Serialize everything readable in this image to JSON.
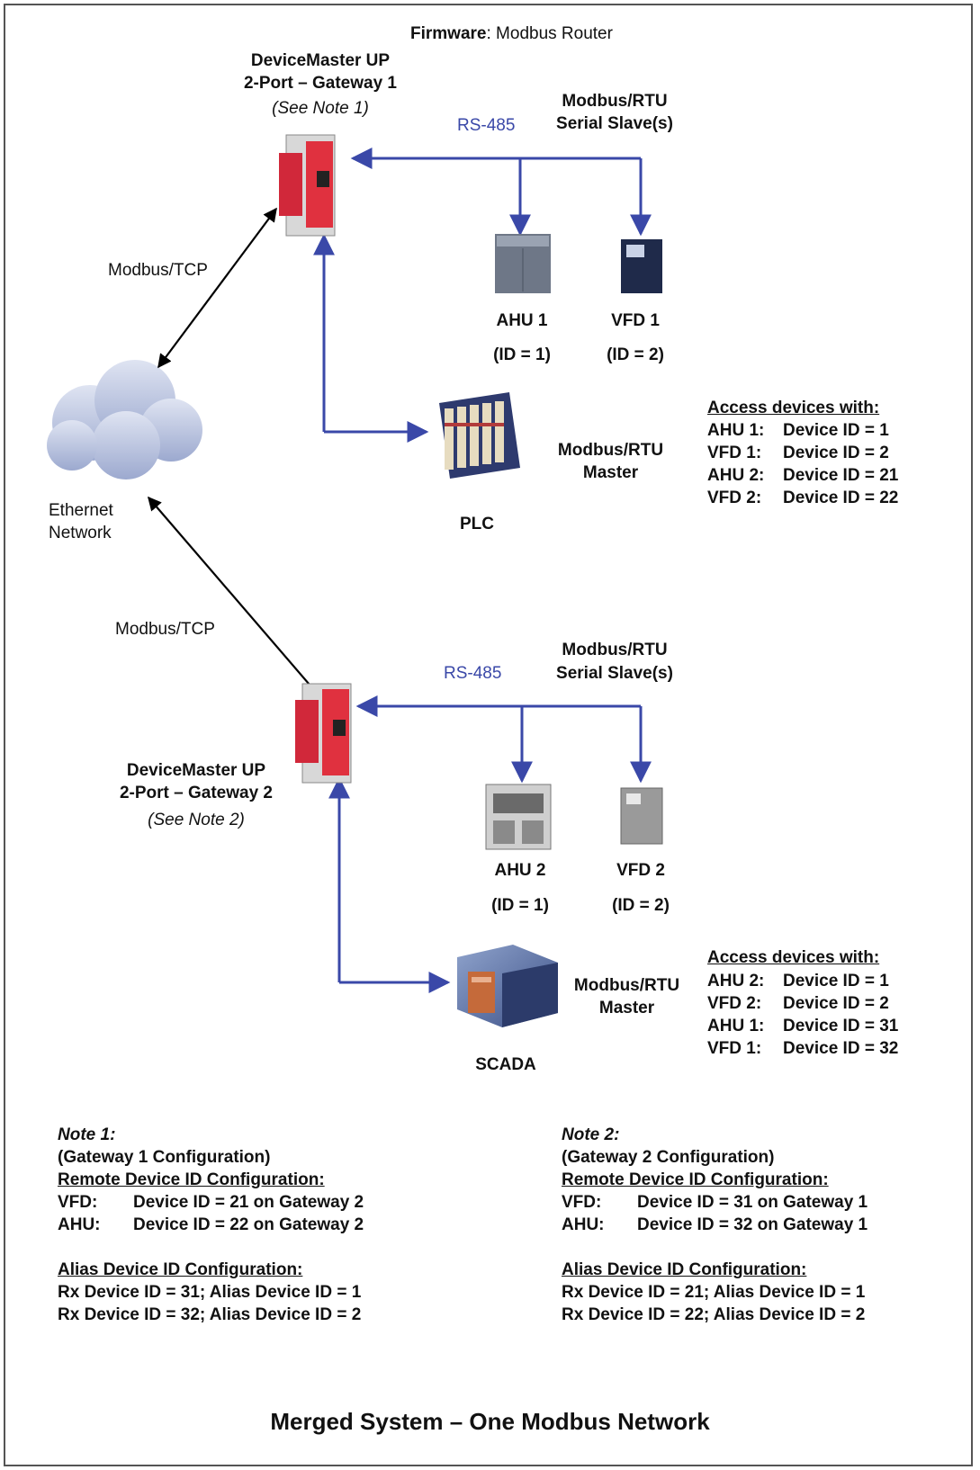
{
  "firmware": {
    "label": "Firmware",
    "value": "Modbus Router"
  },
  "gateway1": {
    "name": "DeviceMaster UP",
    "model": "2-Port – Gateway 1",
    "note_ref": "(See Note 1)"
  },
  "gateway2": {
    "name": "DeviceMaster UP",
    "model": "2-Port – Gateway 2",
    "note_ref": "(See Note 2)"
  },
  "rs485_top": "RS-485",
  "rs485_bottom": "RS-485",
  "slaves_top": {
    "line1": "Modbus/RTU",
    "line2": "Serial Slave(s)"
  },
  "slaves_bottom": {
    "line1": "Modbus/RTU",
    "line2": "Serial Slave(s)"
  },
  "modbus_tcp_top": "Modbus/TCP",
  "modbus_tcp_bottom": "Modbus/TCP",
  "network": {
    "line1": "Ethernet",
    "line2": "Network"
  },
  "devices_top": [
    {
      "name": "AHU 1",
      "id": "(ID = 1)"
    },
    {
      "name": "VFD 1",
      "id": "(ID = 2)"
    }
  ],
  "devices_bottom": [
    {
      "name": "AHU 2",
      "id": "(ID = 1)"
    },
    {
      "name": "VFD 2",
      "id": "(ID = 2)"
    }
  ],
  "plc": {
    "label": "PLC",
    "role1": "Modbus/RTU",
    "role2": "Master"
  },
  "scada": {
    "label": "SCADA",
    "role1": "Modbus/RTU",
    "role2": "Master"
  },
  "access_top": {
    "heading": "Access devices with:",
    "rows": [
      {
        "key": "AHU 1:",
        "value": "Device ID = 1"
      },
      {
        "key": "VFD 1:",
        "value": "Device ID = 2"
      },
      {
        "key": "AHU 2:",
        "value": "Device ID = 21"
      },
      {
        "key": "VFD 2:",
        "value": "Device ID = 22"
      }
    ]
  },
  "access_bottom": {
    "heading": "Access devices with:",
    "rows": [
      {
        "key": "AHU 2:",
        "value": "Device ID = 1"
      },
      {
        "key": "VFD 2:",
        "value": "Device ID = 2"
      },
      {
        "key": "AHU 1:",
        "value": "Device ID = 31"
      },
      {
        "key": "VFD 1:",
        "value": "Device ID = 32"
      }
    ]
  },
  "note1": {
    "title": "Note 1:",
    "subtitle": "(Gateway 1 Configuration)",
    "remote_heading": "Remote Device ID Configuration:",
    "remote_rows": [
      {
        "key": "VFD:",
        "value": "Device ID = 21 on Gateway 2"
      },
      {
        "key": "AHU:",
        "value": "Device ID = 22 on Gateway 2"
      }
    ],
    "alias_heading": "Alias Device ID Configuration:",
    "alias_rows": [
      "Rx Device ID = 31; Alias Device ID = 1",
      "Rx Device ID = 32; Alias Device ID = 2"
    ]
  },
  "note2": {
    "title": "Note 2:",
    "subtitle": "(Gateway 2 Configuration)",
    "remote_heading": "Remote Device ID Configuration:",
    "remote_rows": [
      {
        "key": "VFD:",
        "value": "Device ID = 31 on Gateway 1"
      },
      {
        "key": "AHU:",
        "value": "Device ID = 32 on Gateway 1"
      }
    ],
    "alias_heading": "Alias Device ID Configuration:",
    "alias_rows": [
      "Rx Device ID = 21; Alias Device ID = 1",
      "Rx Device ID = 22; Alias Device ID = 2"
    ]
  },
  "caption": "Merged System – One Modbus Network",
  "colors": {
    "rs485_line": "#3a48a8",
    "tcp_line": "#000000",
    "gateway_red": "#d1283a",
    "cloud": "#b9c3de"
  }
}
